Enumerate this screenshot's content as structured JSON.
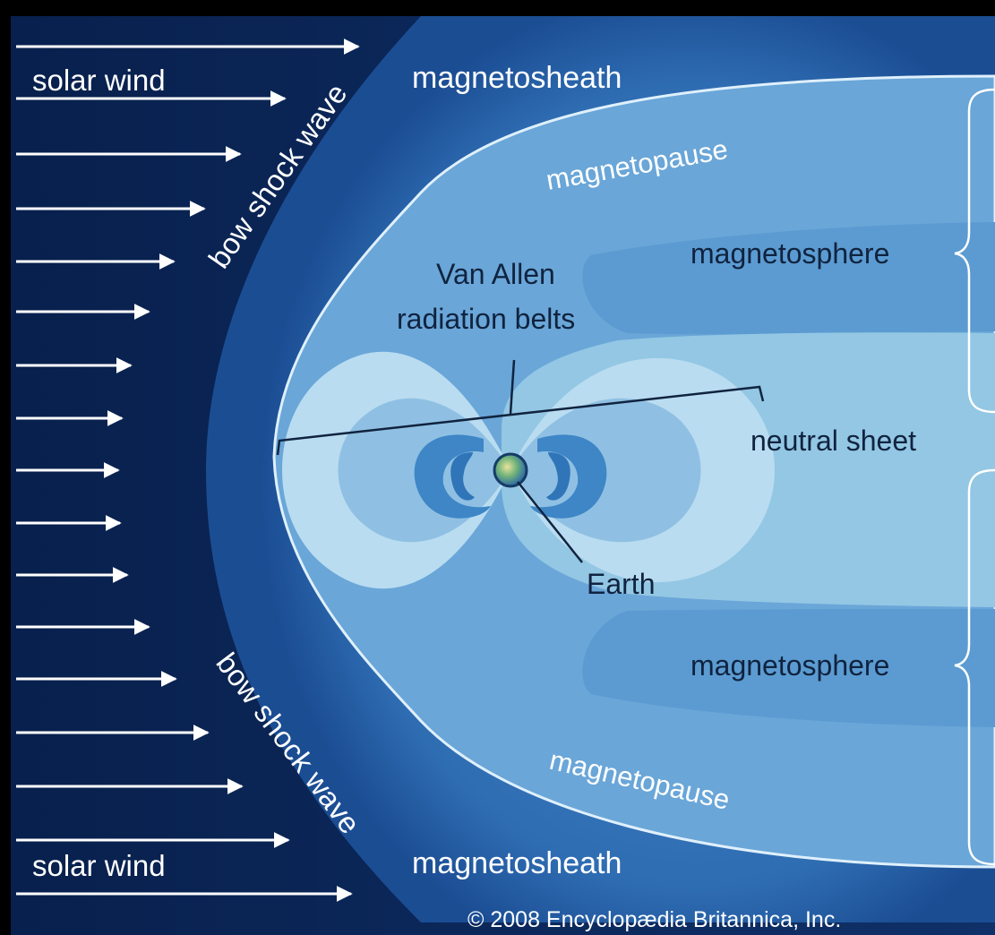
{
  "labels": {
    "solar_wind_top": "solar wind",
    "solar_wind_bottom": "solar wind",
    "bow_shock_top": "bow shock wave",
    "bow_shock_bottom": "bow shock wave",
    "magnetosheath_top": "magnetosheath",
    "magnetosheath_bottom": "magnetosheath",
    "magnetopause_top": "magnetopause",
    "magnetopause_bottom": "magnetopause",
    "magnetosphere_top": "magnetosphere",
    "magnetosphere_bottom": "magnetosphere",
    "van_allen_line1": "Van Allen",
    "van_allen_line2": "radiation belts",
    "neutral_sheet": "neutral sheet",
    "earth": "Earth",
    "copyright": "© 2008 Encyclopædia Britannica, Inc."
  },
  "colors": {
    "solar_wind_bg": "#0c2a5c",
    "magnetosheath": "#2b69b0",
    "magnetosphere_outer": "#6aa6d8",
    "magnetosphere_inner": "#93c7e4",
    "field_lobe": "#4f92cc",
    "radiation_belt": "#2f7fc2",
    "earth": "#5aa36b"
  }
}
